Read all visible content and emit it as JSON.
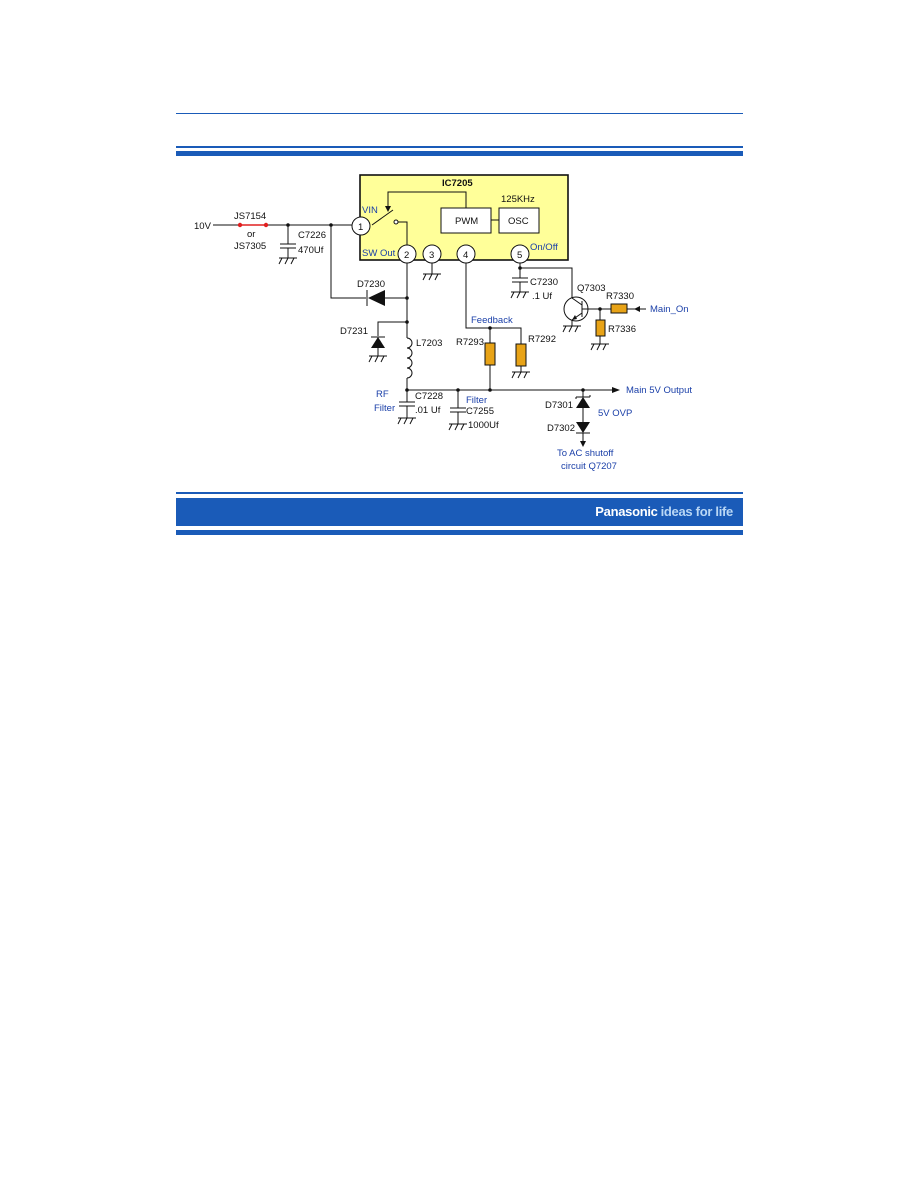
{
  "footer": {
    "brand": "Panasonic",
    "tagline": "ideas for life"
  },
  "ic": {
    "name": "IC7205",
    "frequency": "125KHz",
    "pwm_label": "PWM",
    "osc_label": "OSC",
    "vin_label": "VIN",
    "sw_out_label": "SW Out",
    "onoff_label": "On/Off",
    "pins": [
      "1",
      "2",
      "3",
      "4",
      "5"
    ],
    "fill_color": "#ffff99"
  },
  "labels": {
    "input_voltage": "10V",
    "js7154": "JS7154",
    "or": "or",
    "js7305": "JS7305",
    "c7226": "C7226",
    "c7226_value": "470Uf",
    "d7230": "D7230",
    "d7231": "D7231",
    "l7203": "L7203",
    "c7230": "C7230",
    "c7230_value": ".1 Uf",
    "q7303": "Q7303",
    "r7330": "R7330",
    "r7336": "R7336",
    "main_on": "Main_On",
    "feedback": "Feedback",
    "r7293": "R7293",
    "r7292": "R7292",
    "rf": "RF",
    "filter_left": "Filter",
    "c7228": "C7228",
    "c7228_value": ".01 Uf",
    "filter_mid": "Filter",
    "c7255": "C7255",
    "c7255_value": "1000Uf",
    "main_output": "Main 5V Output",
    "d7301": "D7301",
    "ovp": "5V OVP",
    "d7302": "D7302",
    "shutoff_line1": "To AC shutoff",
    "shutoff_line2": "circuit Q7207"
  },
  "colors": {
    "band": "#1a5bb8",
    "resistor": "#e8a317",
    "jumper": "#e02020",
    "note_text": "#1a3fa8"
  }
}
